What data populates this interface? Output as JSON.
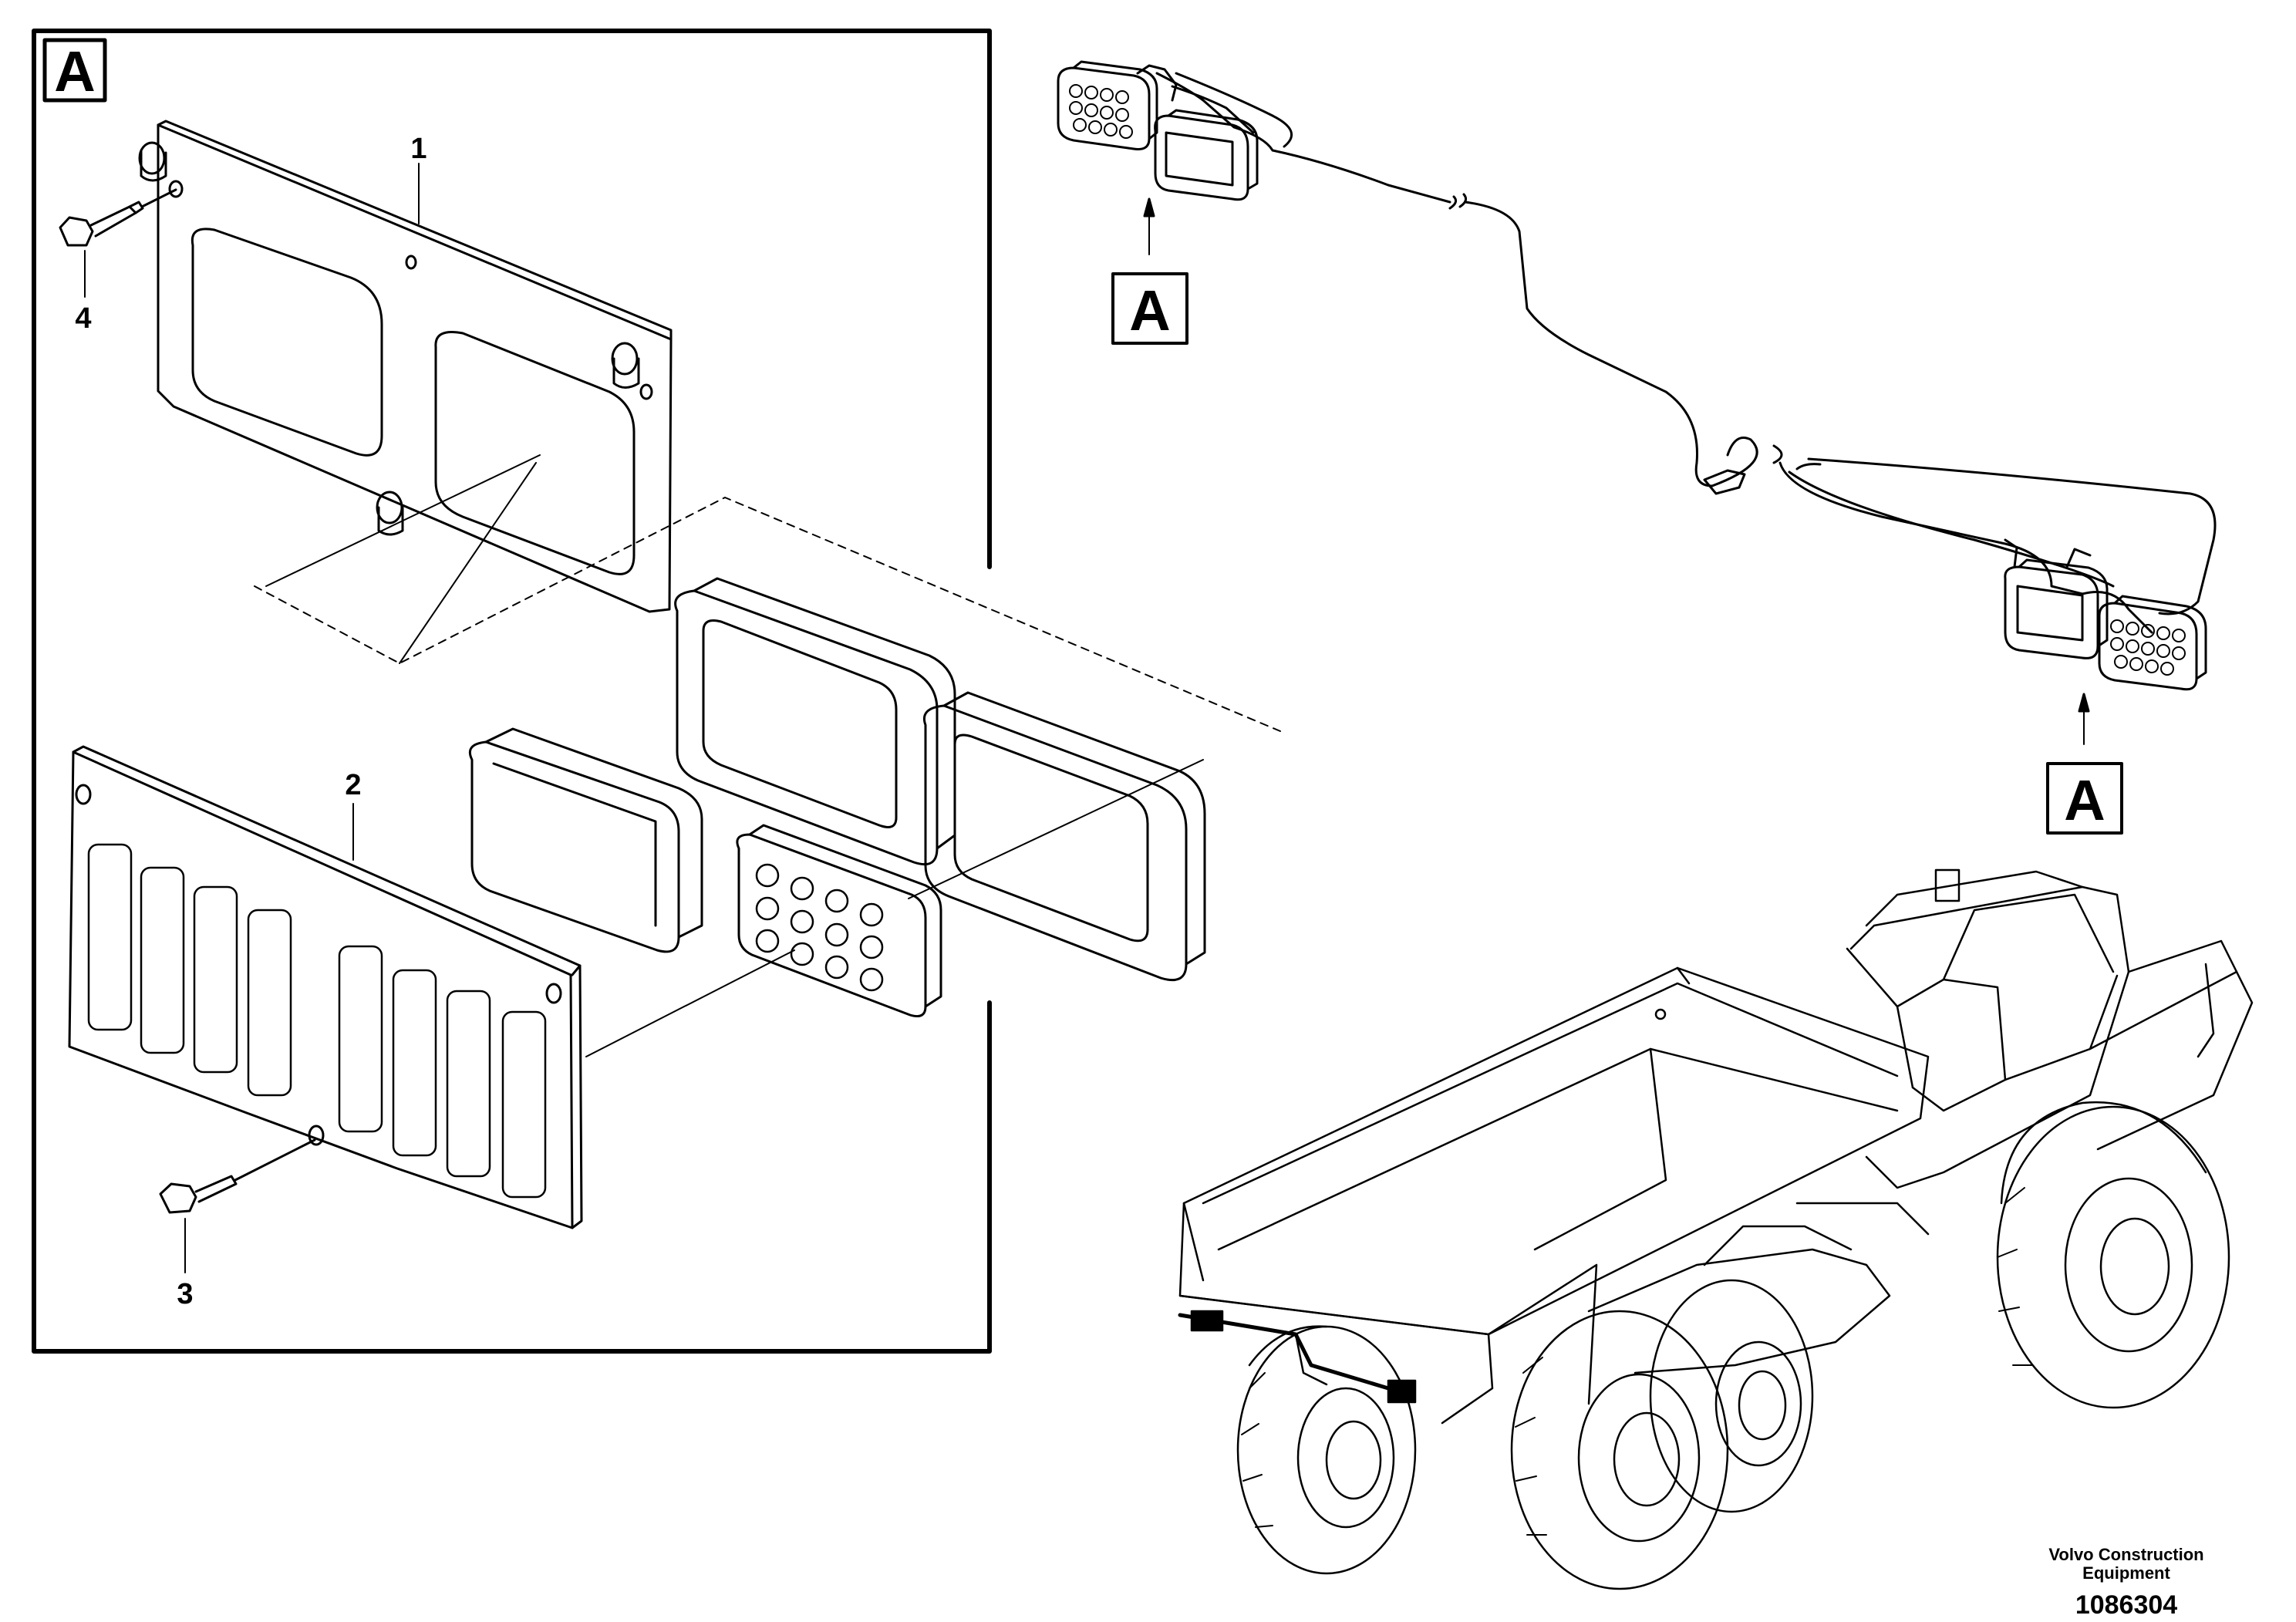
{
  "detail_view_label": "A",
  "view_markers": [
    "A",
    "A"
  ],
  "callouts": {
    "plate": "1",
    "grille": "2",
    "screw_lower": "3",
    "screw_upper": "4"
  },
  "footer": {
    "brand_line1": "Volvo Construction",
    "brand_line2": "Equipment",
    "drawing_number": "1086304"
  }
}
